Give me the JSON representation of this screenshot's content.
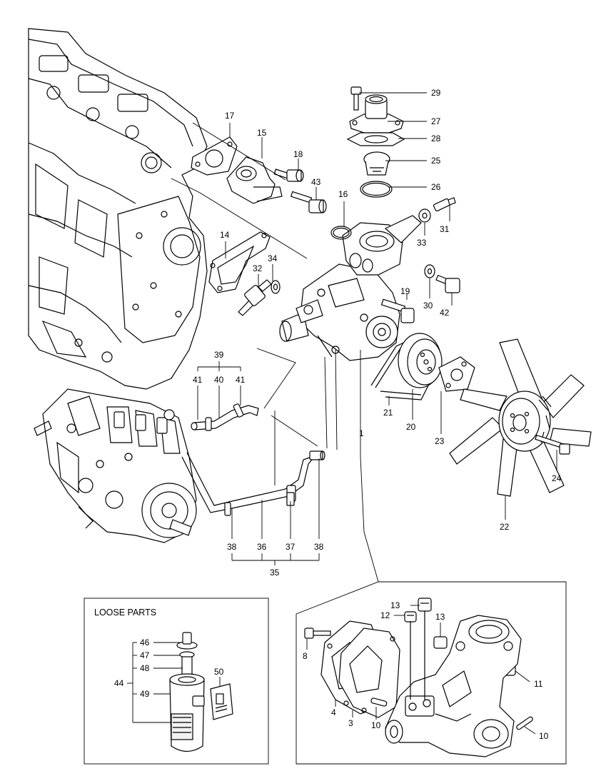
{
  "labels": {
    "p1": "1",
    "p3": "3",
    "p4": "4",
    "p8": "8",
    "p10a": "10",
    "p10b": "10",
    "p11": "11",
    "p12": "12",
    "p13a": "13",
    "p13b": "13",
    "p14": "14",
    "p15": "15",
    "p16": "16",
    "p17": "17",
    "p18": "18",
    "p19": "19",
    "p20": "20",
    "p21": "21",
    "p22": "22",
    "p23": "23",
    "p24": "24",
    "p25": "25",
    "p26": "26",
    "p27": "27",
    "p28": "28",
    "p29": "29",
    "p30": "30",
    "p31": "31",
    "p32": "32",
    "p33": "33",
    "p34": "34",
    "p35": "35",
    "p36": "36",
    "p37": "37",
    "p38a": "38",
    "p38b": "38",
    "p39": "39",
    "p40": "40",
    "p41a": "41",
    "p41b": "41",
    "p42": "42",
    "p43": "43",
    "p44": "44",
    "p46": "46",
    "p47": "47",
    "p48": "48",
    "p49": "49",
    "p50": "50"
  },
  "loose_parts": {
    "title": "LOOSE PARTS"
  }
}
